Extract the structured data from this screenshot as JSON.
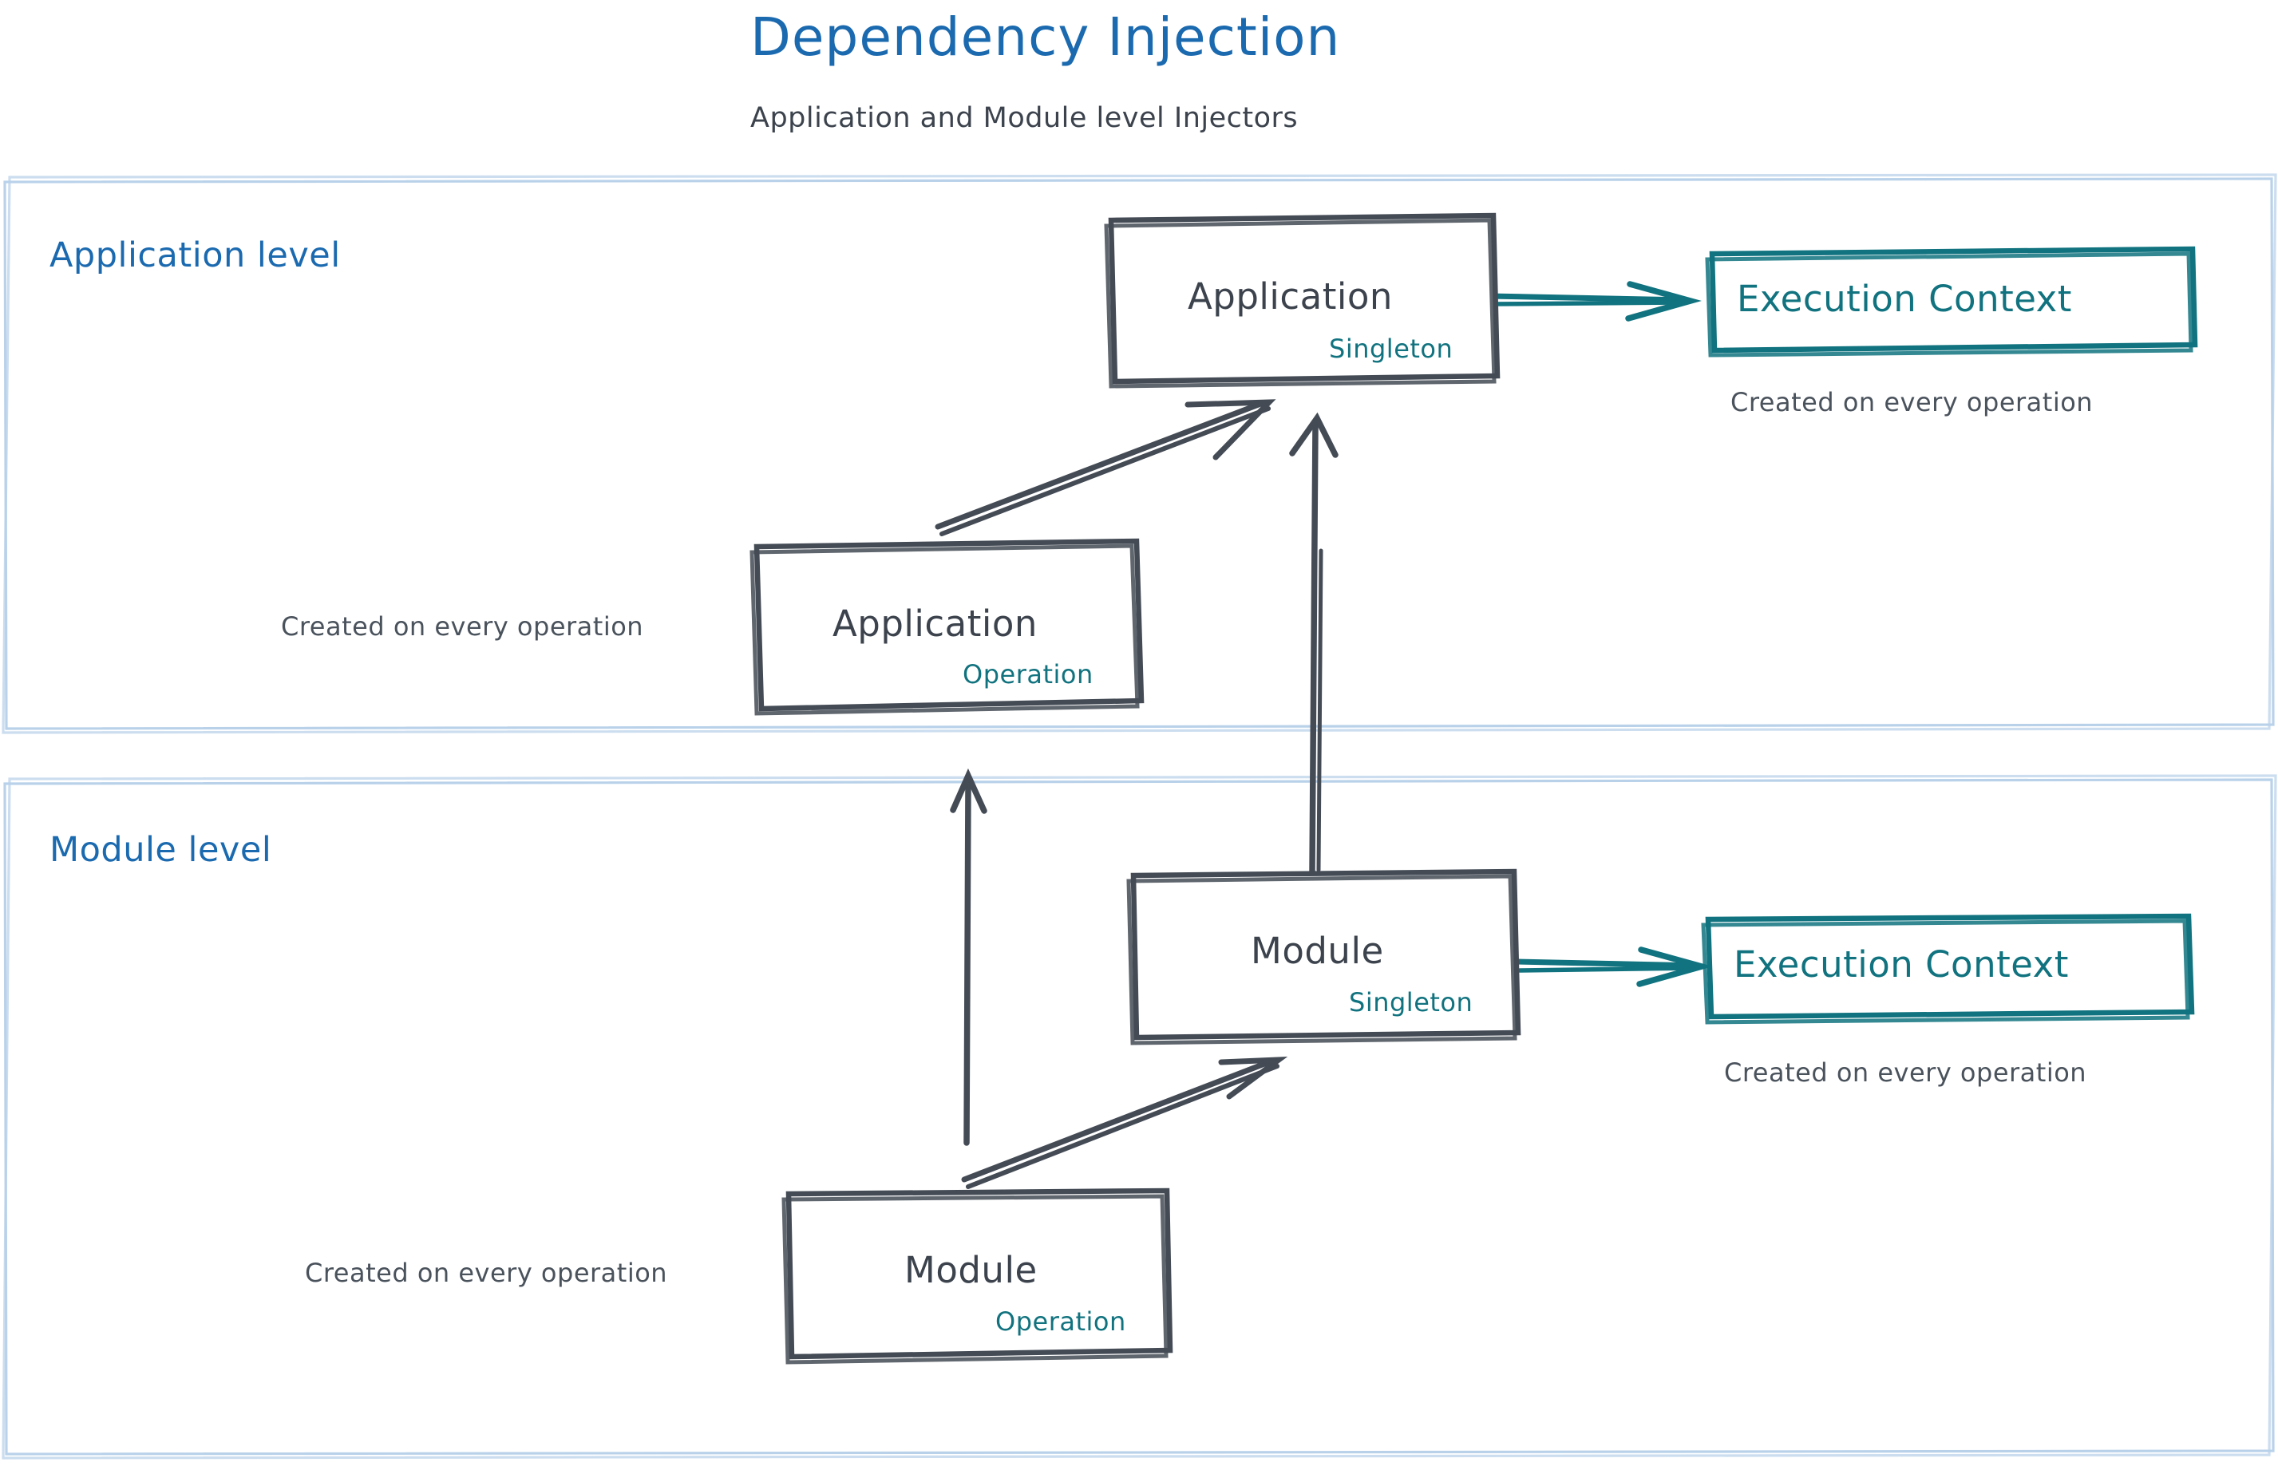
{
  "header": {
    "title": "Dependency Injection",
    "subtitle": "Application and Module level Injectors"
  },
  "colors": {
    "title_blue": "#1b6ab0",
    "group_blue": "#1b6ab0",
    "group_border": "#b9d2ea",
    "ink_dark": "#3c434d",
    "teal": "#11737f",
    "background": "#ffffff"
  },
  "groups": [
    {
      "id": "application-level",
      "label": "Application level"
    },
    {
      "id": "module-level",
      "label": "Module level"
    }
  ],
  "nodes": [
    {
      "id": "application-singleton",
      "title": "Application",
      "tag": "Singleton",
      "style": "dark"
    },
    {
      "id": "application-operation",
      "title": "Application",
      "tag": "Operation",
      "style": "dark"
    },
    {
      "id": "module-singleton",
      "title": "Module",
      "tag": "Singleton",
      "style": "dark"
    },
    {
      "id": "module-operation",
      "title": "Module",
      "tag": "Operation",
      "style": "dark"
    },
    {
      "id": "execution-context-application",
      "title": "Execution Context",
      "tag": "",
      "style": "teal"
    },
    {
      "id": "execution-context-module",
      "title": "Execution Context",
      "tag": "",
      "style": "teal"
    }
  ],
  "captions": [
    {
      "id": "caption-exec-context-application",
      "text": "Created on every operation"
    },
    {
      "id": "caption-application-operation",
      "text": "Created on every operation"
    },
    {
      "id": "caption-exec-context-module",
      "text": "Created on every operation"
    },
    {
      "id": "caption-module-operation",
      "text": "Created on every operation"
    }
  ],
  "edges": [
    {
      "id": "edge-app-singleton-to-exec-context",
      "from": "application-singleton",
      "to": "execution-context-application",
      "color": "teal"
    },
    {
      "id": "edge-app-operation-to-app-singleton",
      "from": "application-operation",
      "to": "application-singleton",
      "color": "dark"
    },
    {
      "id": "edge-module-singleton-to-app-singleton",
      "from": "module-singleton",
      "to": "application-singleton",
      "color": "dark"
    },
    {
      "id": "edge-module-singleton-to-exec-context",
      "from": "module-singleton",
      "to": "execution-context-module",
      "color": "teal"
    },
    {
      "id": "edge-module-operation-to-module-singleton",
      "from": "module-operation",
      "to": "module-singleton",
      "color": "dark"
    },
    {
      "id": "edge-module-operation-to-app-operation",
      "from": "module-operation",
      "to": "application-operation",
      "color": "dark"
    }
  ]
}
